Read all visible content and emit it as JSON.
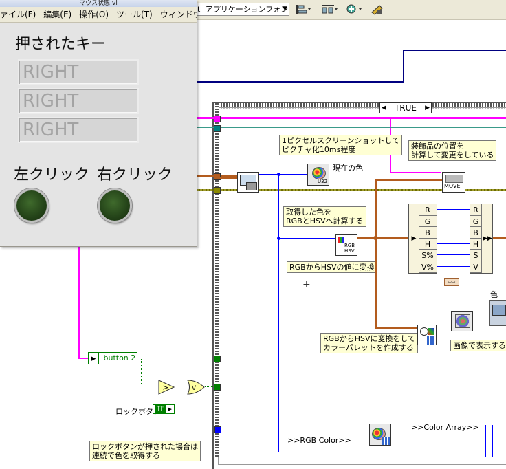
{
  "front_panel": {
    "title_fragment": "マウス状態.vi",
    "menu": [
      "ァイル(F)",
      "編集(E)",
      "操作(O)",
      "ツール(T)",
      "ウィンドウ("
    ],
    "pressed_key_label": "押されたキー",
    "pressed_keys": [
      "RIGHT",
      "RIGHT",
      "RIGHT"
    ],
    "left_click_label": "左クリック",
    "right_click_label": "右クリック",
    "led_color": "#26461a"
  },
  "toolbar": {
    "font_prefix": "t",
    "font_name": "アプリケーションフォント",
    "icons": [
      "align-icon",
      "distribute-icon",
      "reorder-icon",
      "cleanup-icon"
    ]
  },
  "diagram": {
    "case_selector": "TRUE",
    "notes": {
      "screenshot": [
        "1ピクセルスクリーンショットして",
        "ピクチャ化10ms程度"
      ],
      "decoration": [
        "装飾品の位置を",
        "計算して変更をしている"
      ],
      "convert": [
        "取得した色を",
        "RGBとHSVへ計算する"
      ],
      "hsv_convert": "RGBからHSVの値に変換",
      "palette": [
        "RGBからHSVに変換をして",
        "カラーパレットを作成する"
      ],
      "lock": [
        "ロックボタンが押された場合は",
        "連続で色を取得する"
      ]
    },
    "labels": {
      "current_color": "現在の色",
      "show_image": "画像で表示する",
      "color": "色",
      "button2": "button 2",
      "lock_button": "ロックボタン",
      "tf": "TF",
      "rgb_color": ">>RGB Color>>",
      "color_array": ">>Color Array>>",
      "move": "MOVE",
      "u32": "U32",
      "rgb_hsv": [
        "RGB",
        "HSV"
      ]
    },
    "unbundle_fields": [
      "R",
      "G",
      "B",
      "H",
      "S%",
      "V%"
    ],
    "bundle_fields": [
      "R",
      "G",
      "B",
      "H",
      "S",
      "V"
    ],
    "wire_colors": {
      "pink": "#ff00ff",
      "blue": "#0000ff",
      "orange": "#b35c1e",
      "green": "#007f00",
      "navy": "#000080",
      "teal": "#008080",
      "olive": "#7a7a00"
    }
  }
}
